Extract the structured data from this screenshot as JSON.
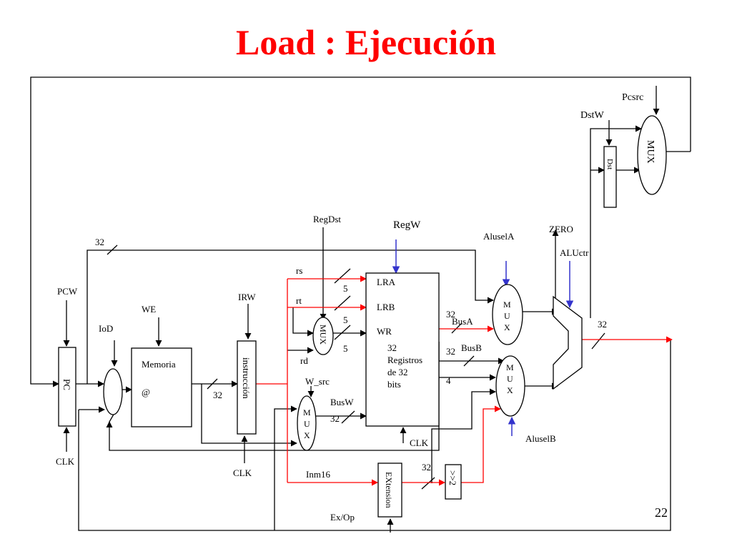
{
  "title": "Load : Ejecución",
  "page_number": "22",
  "blocks": {
    "pc": "PC",
    "memoria": "Memoria",
    "memoria_addr": "@",
    "instruccion": "instrucción",
    "mux": "MUX",
    "mux_letters": [
      "M",
      "U",
      "X"
    ],
    "reg_ports": [
      "LRA",
      "LRB",
      "WR"
    ],
    "reg_desc": [
      "32",
      "Registros",
      "de 32",
      "bits"
    ],
    "extension": "EXtension",
    "shift": ">>2",
    "dst": "Dst"
  },
  "signals": {
    "pcw": "PCW",
    "clk": "CLK",
    "iod": "IoD",
    "we": "WE",
    "irw": "IRW",
    "regdst": "RegDst",
    "regw": "RegW",
    "w_src": "W_src",
    "aluselA": "AluselA",
    "aluselB": "AluselB",
    "zero": "ZERO",
    "aluctr": "ALUctr",
    "dstw": "DstW",
    "pcsrc": "Pcsrc",
    "exop": "Ex/Op"
  },
  "buses": {
    "rs": "rs",
    "rt": "rt",
    "rd": "rd",
    "inm16": "Inm16",
    "busA": "BusA",
    "busB": "BusB",
    "busW": "BusW",
    "w32": "32",
    "w5": "5",
    "w4": "4"
  },
  "colors": {
    "title": "#ff0000",
    "active": "#ff0000",
    "control": "#3333cc",
    "wire": "#000000"
  }
}
